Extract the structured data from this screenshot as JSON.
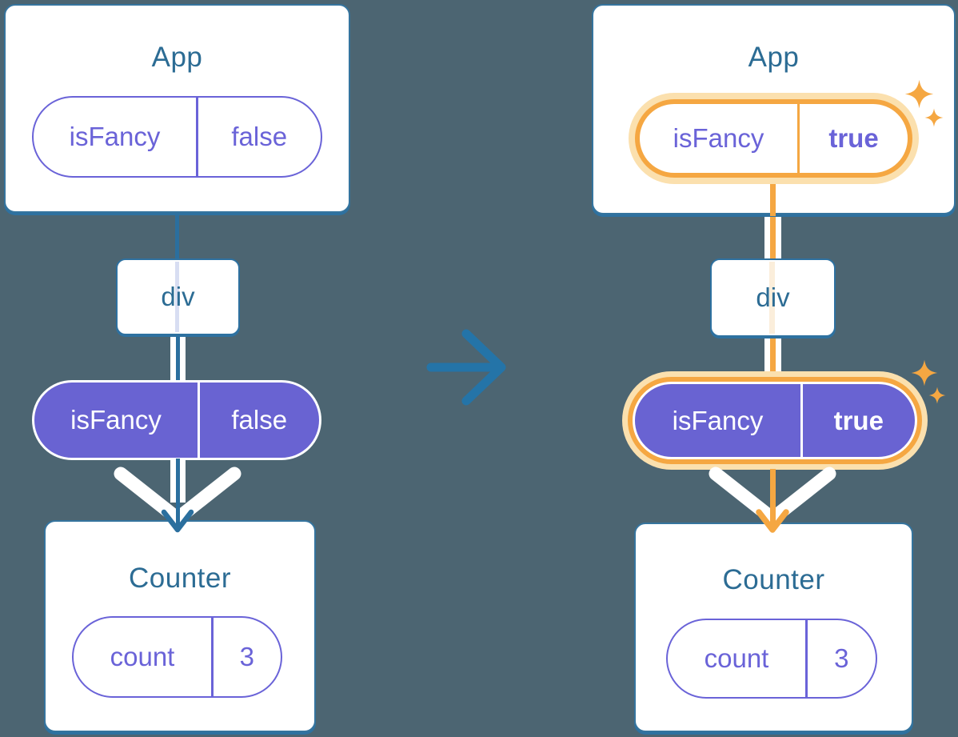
{
  "colors": {
    "background": "#4C6572",
    "card_border": "#35749E",
    "card_border_strong": "#2E71A0",
    "node_text": "#2C6C94",
    "purple": "#6A63D8",
    "purple_fill": "#6963D2",
    "edge_blue": "#2B6F9E",
    "edge_white": "#FFFFFF",
    "edge_through_div_before": "#D8DEF2",
    "edge_through_div_after": "#FBEEDB",
    "orange": "#F5A742",
    "orange_halo": "#FBE0AE",
    "transition_arrow": "#2474A8"
  },
  "before": {
    "app": {
      "title": "App",
      "state_name": "isFancy",
      "state_value": "false"
    },
    "div_label": "div",
    "prop": {
      "name": "isFancy",
      "value": "false"
    },
    "counter": {
      "title": "Counter",
      "state_name": "count",
      "state_value": "3"
    }
  },
  "after": {
    "app": {
      "title": "App",
      "state_name": "isFancy",
      "state_value": "true"
    },
    "div_label": "div",
    "prop": {
      "name": "isFancy",
      "value": "true"
    },
    "counter": {
      "title": "Counter",
      "state_name": "count",
      "state_value": "3"
    }
  },
  "icons": {
    "transition": "right-arrow-icon",
    "pass_down": "chevron-down-arrow-icon",
    "highlight": "sparkles-icon"
  }
}
